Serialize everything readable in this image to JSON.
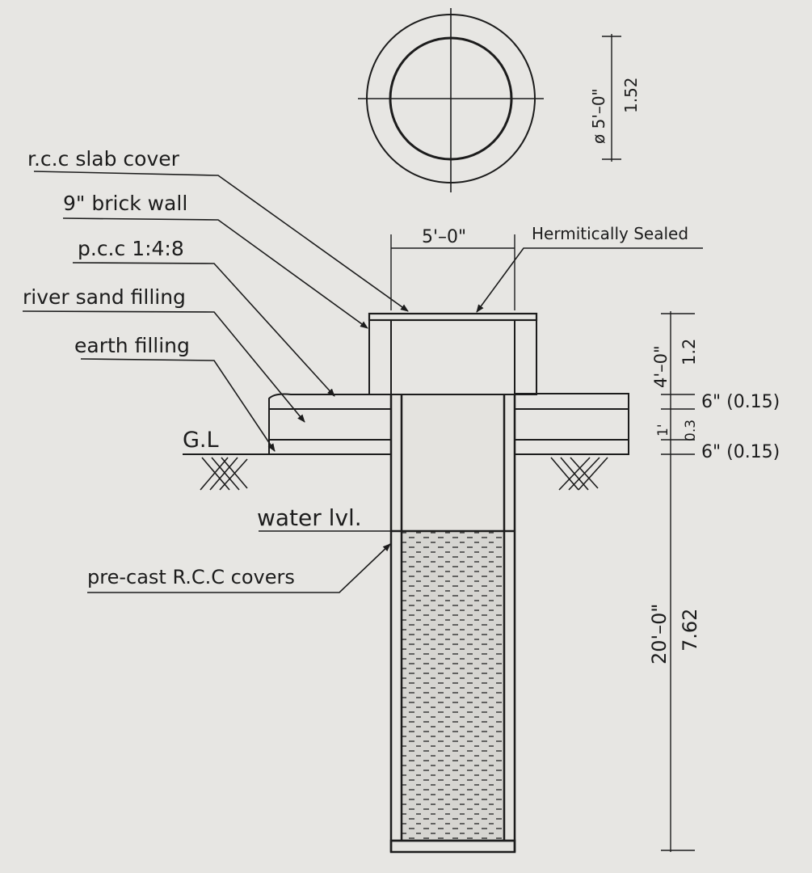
{
  "plan_view": {
    "diameter_imperial": "ø 5'–0\"",
    "diameter_metric": "1.52"
  },
  "callouts": {
    "rcc_slab_cover": "r.c.c slab cover",
    "brick_wall": "9\" brick wall",
    "pcc": "p.c.c 1:4:8",
    "river_sand": "river sand filling",
    "earth_filling": "earth filling",
    "ground_level": "G.L",
    "water_level": "water lvl.",
    "precast_covers": "pre-cast R.C.C covers",
    "hermetically_sealed": "Hermitically Sealed"
  },
  "dimensions": {
    "top_width": "5'–0\"",
    "wall_height_imperial": "4'–0\"",
    "wall_height_metric": "1.2",
    "pcc_thickness": "6\" (0.15)",
    "fill_total_imperial": "1'",
    "fill_total_metric": "0.3",
    "sand_thickness": "6\" (0.15)",
    "depth_imperial": "20'–0\"",
    "depth_metric": "7.62"
  },
  "colors": {
    "paper": "#e7e6e3",
    "ink": "#1c1c1c",
    "water": "#c9c8c4"
  }
}
